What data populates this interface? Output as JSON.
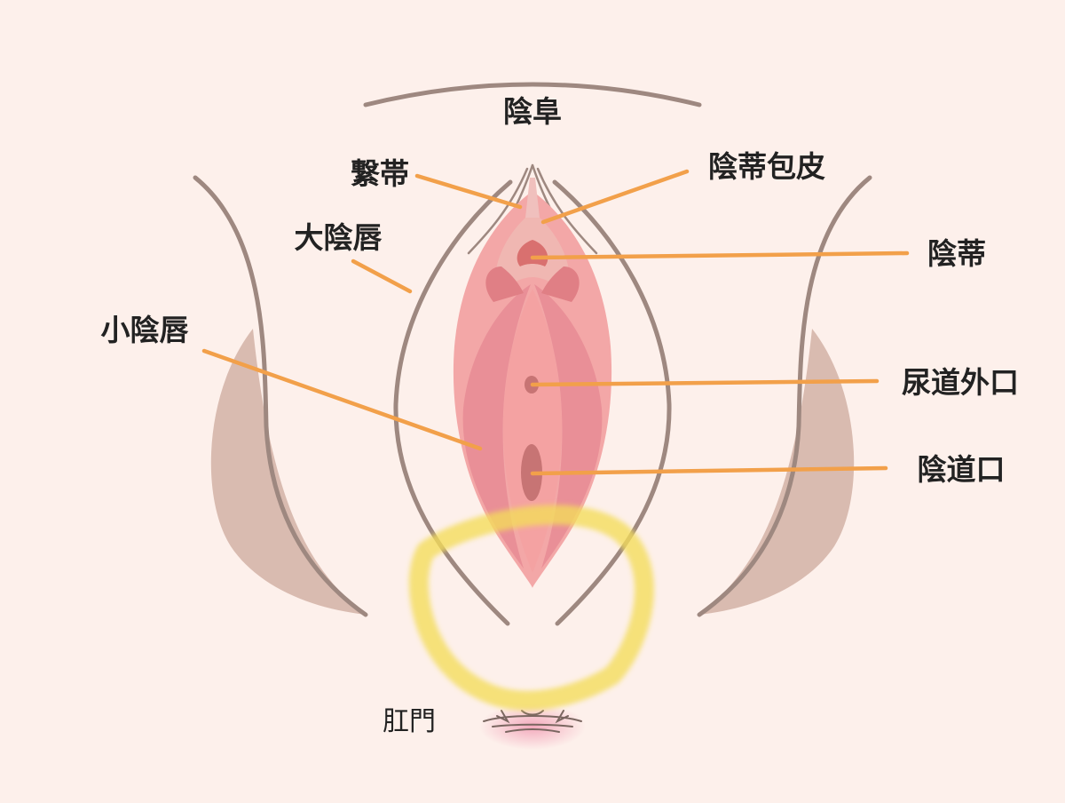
{
  "colors": {
    "background": "#fdf0eb",
    "outline": "#9e8880",
    "thigh_shade": "#d9bbb0",
    "leader_line": "#f2a04a",
    "highlight": "#f3dd5a",
    "outer_tissue": "#f3a7a7",
    "inner_tissue": "#e98f97",
    "vestibule": "#f4a2a2",
    "opening": "#c77474"
  },
  "labels": {
    "mons_pubis": "陰阜",
    "frenulum": "繋帯",
    "clitoral_hood": "陰蒂包皮",
    "labia_majora": "大陰唇",
    "clitoris": "陰蒂",
    "labia_minora": "小陰唇",
    "urethral_opening": "尿道外口",
    "vaginal_opening": "陰道口",
    "anus": "肛門"
  }
}
